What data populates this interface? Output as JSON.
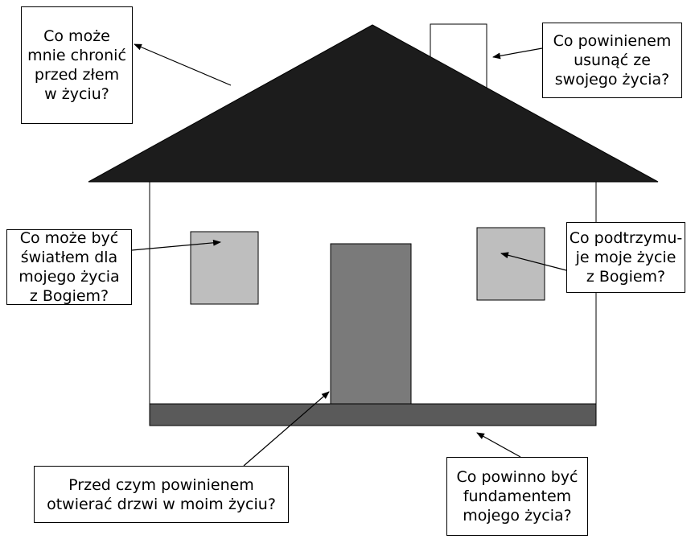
{
  "colors": {
    "roof": "#1c1c1c",
    "chimney": "#ffffff",
    "wall": "#ffffff",
    "window": "#bebebe",
    "door": "#7a7a7a",
    "foundation": "#5a5a5a",
    "outline": "#000000"
  },
  "callouts": {
    "roof": "Co może\nmnie chronić\nprzed złem\nw życiu?",
    "chimney": "Co powinienem\nusunąć ze\nswojego życia?",
    "left_window": "Co może być\nświatłem dla\nmojego życia\nz Bogiem?",
    "right_window": "Co podtrzymu-\nje moje życie\nz Bogiem?",
    "door": "Przed czym powinienem\notwierać drzwi w moim życiu?",
    "foundation": "Co powinno być\nfundamentem\nmojego życia?"
  }
}
